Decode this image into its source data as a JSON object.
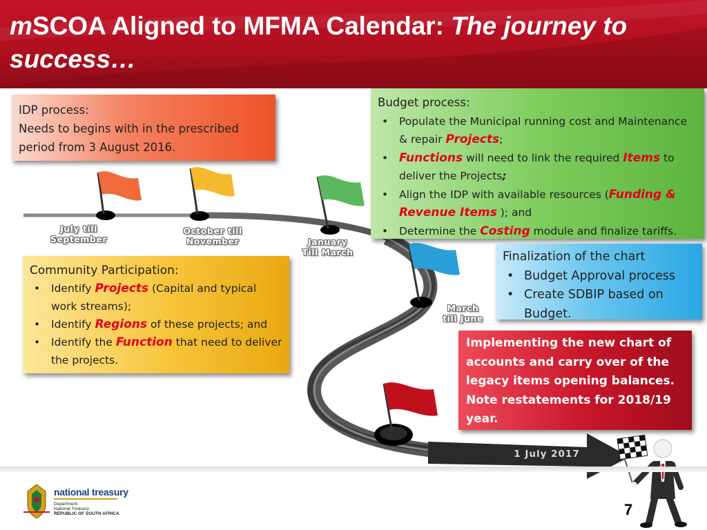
{
  "title": {
    "prefix": "m",
    "main": "SCOA Aligned to MFMA Calendar: ",
    "italic": "The journey to success…"
  },
  "idp": {
    "line1": "IDP process:",
    "line2": "Needs to begins with in the prescribed",
    "line3": "period from 3 August 2016."
  },
  "budget": {
    "title": "Budget process:",
    "b1_a": "Populate the Municipal running cost and Maintenance & repair ",
    "b1_kw": "Projects",
    "b1_b": ";",
    "b2_kw": "Functions",
    "b2_a": " will need to link the required ",
    "b2_kw2": "Items",
    "b2_b": " to deliver the Projects",
    "b2_c": ";",
    "b3_a": "Align the IDP with available resources (",
    "b3_kw": "Funding & Revenue Items",
    "b3_b": " ); and",
    "b4_a": "Determine the ",
    "b4_kw": "Costing",
    "b4_b": " module and finalize tariffs."
  },
  "community": {
    "title": "Community Participation:",
    "b1_a": "Identify ",
    "b1_kw": "Projects",
    "b1_b": " (Capital and typical work streams);",
    "b2_a": "Identify ",
    "b2_kw": "Regions",
    "b2_b": " of these projects; and",
    "b3_a": "Identify the ",
    "b3_kw": "Function",
    "b3_b": " that need to deliver the projects."
  },
  "finalization": {
    "title": "Finalization of the chart",
    "b1": "Budget Approval process",
    "b2": "Create SDBIP based on Budget."
  },
  "implementing": {
    "text": "Implementing the new chart of accounts and carry over of the legacy items opening balances. Note restatements for 2018/19 year."
  },
  "periods": {
    "p1_l1": "July till",
    "p1_l2": "September",
    "p2_l1": "October till",
    "p2_l2": "November",
    "p3_l1": "January",
    "p3_l2": "Till March",
    "p4_l1": "March",
    "p4_l2": "till June"
  },
  "road_label": "1 July 2017",
  "footer": {
    "org": "national treasury",
    "dept1": "Department:",
    "dept2": "National Treasury",
    "dept3": "REPUBLIC OF SOUTH AFRICA",
    "page": "7"
  },
  "flag_colors": {
    "orange": "#f26a3c",
    "yellow": "#f5b82e",
    "green": "#5cb85c",
    "blue": "#2a9fd8",
    "red": "#c0101c"
  },
  "icons": [
    "flag-icon",
    "checkered-flag-icon",
    "coat-of-arms-icon"
  ]
}
